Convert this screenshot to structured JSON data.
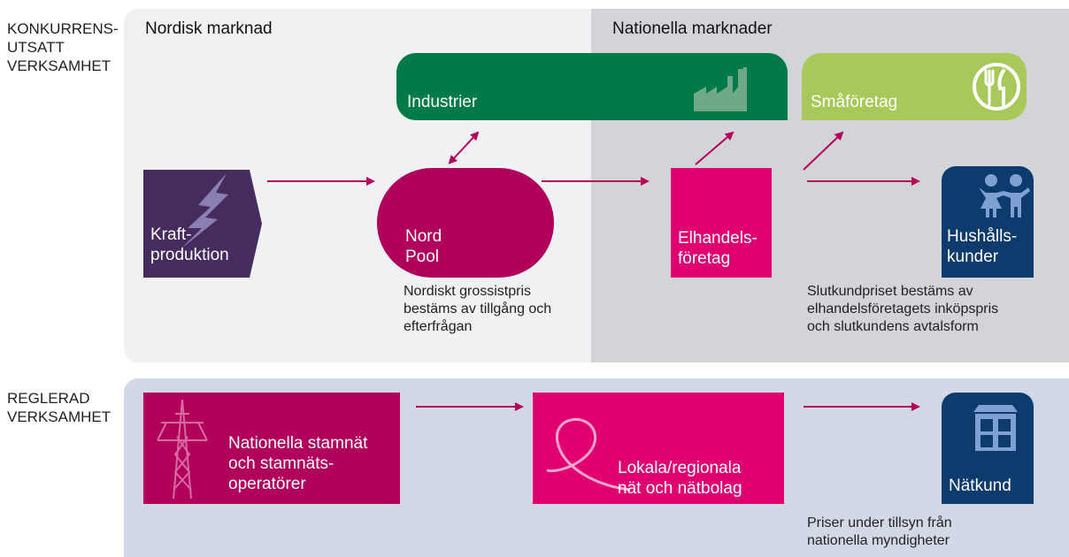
{
  "side_labels": {
    "competitive": [
      "KONKURRENS-",
      "UTSATT",
      "VERKSAMHET"
    ],
    "regulated": [
      "REGLERAD",
      "VERKSAMHET"
    ]
  },
  "headers": {
    "nordic": "Nordisk marknad",
    "national": "Nationella marknader"
  },
  "boxes": {
    "industrier": "Industrier",
    "smaforetag": "Småföretag",
    "kraft": [
      "Kraft-",
      "produktion"
    ],
    "nordpool": [
      "Nord",
      "Pool"
    ],
    "elhandel": [
      "Elhandels-",
      "företag"
    ],
    "hushall": [
      "Hushålls-",
      "kunder"
    ],
    "stamnat": [
      "Nationella stamnät",
      "och stamnäts-",
      "operatörer"
    ],
    "lokala": [
      "Lokala/regionala",
      "nät och nätbolag"
    ],
    "natkund": "Nätkund"
  },
  "notes": {
    "grossist": [
      "Nordiskt grossistpris",
      "bestäms av tillgång och",
      "efterfrågan"
    ],
    "slutkund": [
      "Slutkundpriset bestäms av",
      "elhandelsföretagets inköpspris",
      "och slutkundens avtalsform"
    ],
    "tillsyn": [
      "Priser under tillsyn från",
      "nationella myndigheter"
    ]
  },
  "colors": {
    "arrow": "#b5005b",
    "panel_light": "#f0f1f3",
    "panel_gray": "#d2d4d7",
    "panel_blue": "#d3d8e6",
    "green_dark": "#007a47",
    "green_light": "#a9c85a",
    "purple": "#452b5e",
    "magenta_dark": "#b0005b",
    "magenta": "#e00070",
    "navy": "#0d3b6e"
  }
}
